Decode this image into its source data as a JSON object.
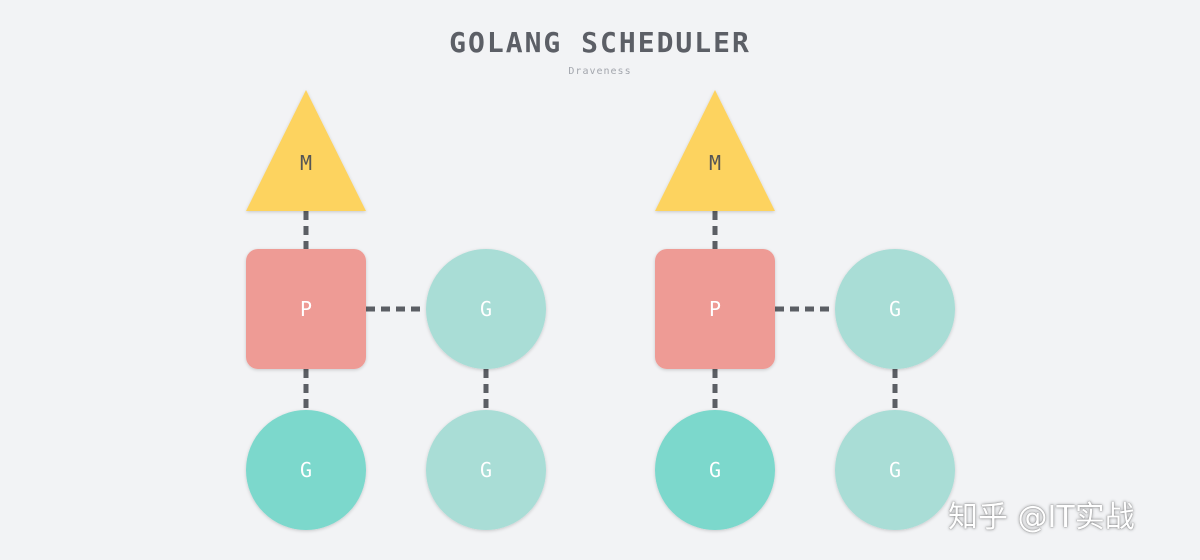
{
  "header": {
    "title": "GOLANG SCHEDULER",
    "subtitle": "Draveness"
  },
  "labels": {
    "machine": "M",
    "processor": "P",
    "goroutine": "G"
  },
  "colors": {
    "machine": "#fdd35f",
    "processor": "#ee9b95",
    "goroutine_running": "#7bd8cc",
    "goroutine_queued": "#a9ddd6",
    "connector": "#5b5e64",
    "label_dark": "#555555",
    "label_light": "#ffffff",
    "background": "#f2f3f5"
  },
  "watermark": {
    "text": "知乎 @IT实战"
  }
}
